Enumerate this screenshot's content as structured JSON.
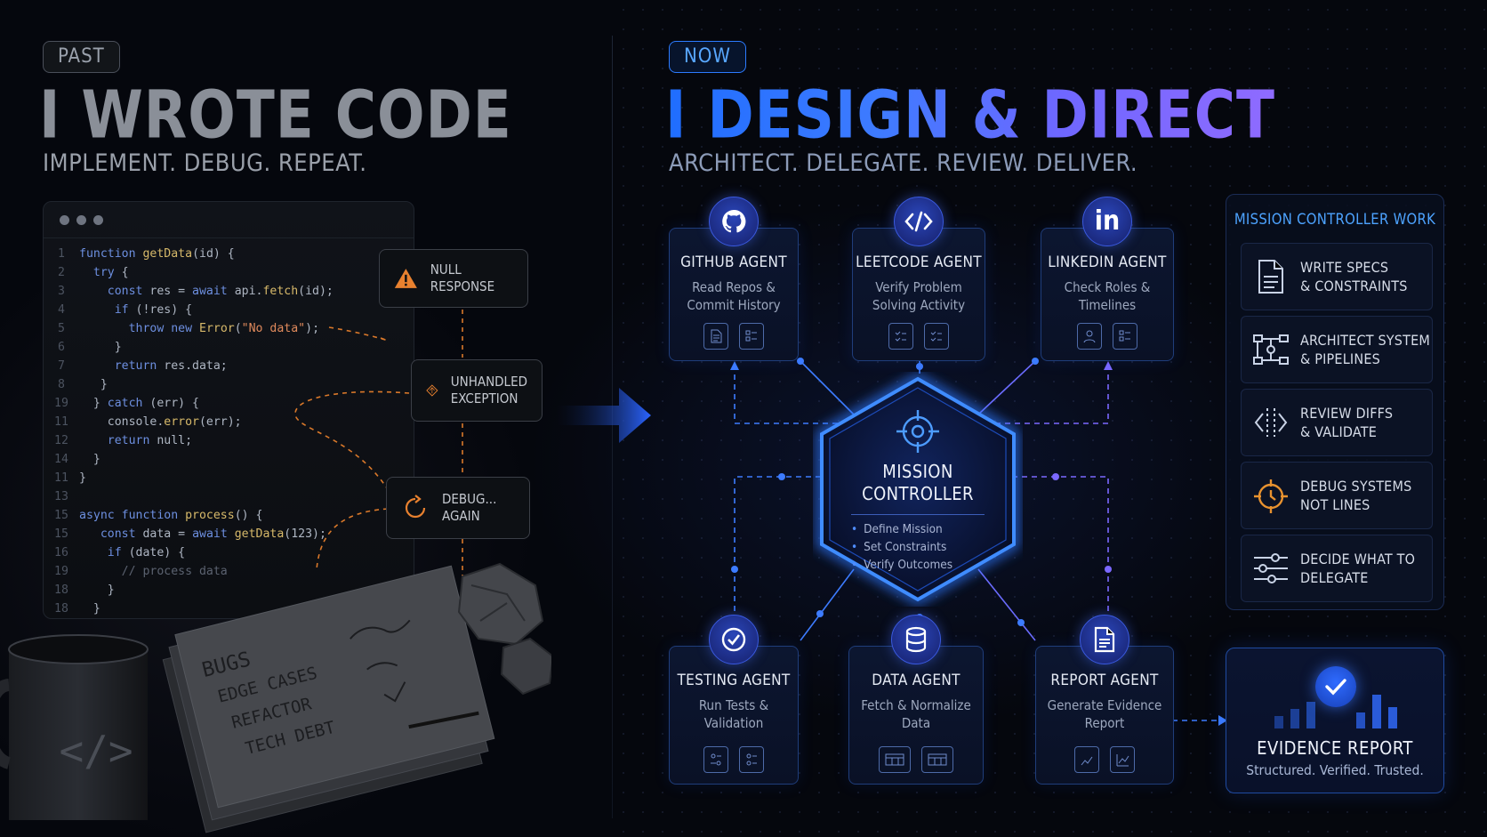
{
  "past": {
    "tag": "PAST",
    "title": "I WROTE CODE",
    "subtitle": "IMPLEMENT. DEBUG. REPEAT."
  },
  "now": {
    "tag": "NOW",
    "title": "I DESIGN & DIRECT",
    "subtitle": "ARCHITECT. DELEGATE. REVIEW. DELIVER."
  },
  "code_lines": [
    {
      "n": "1",
      "html": "<span class='kw'>function</span> <span class='fn'>getData</span>(id) {"
    },
    {
      "n": "2",
      "html": "  <span class='kw'>try</span> {"
    },
    {
      "n": "3",
      "html": "    <span class='kw'>const</span> res = <span class='kw'>await</span> api.<span class='fn'>fetch</span>(id);"
    },
    {
      "n": "4",
      "html": "     <span class='kw'>if</span> (!res) {"
    },
    {
      "n": "5",
      "html": "       <span class='kw'>throw new</span> <span class='fn'>Error</span>(<span class='st'>\"No data\"</span>);"
    },
    {
      "n": "6",
      "html": "     }"
    },
    {
      "n": "7",
      "html": "     <span class='kw'>return</span> res.data;"
    },
    {
      "n": "8",
      "html": "   }"
    },
    {
      "n": "19",
      "html": "  } <span class='kw'>catch</span> (err) {"
    },
    {
      "n": "11",
      "html": "    console.<span class='fn'>error</span>(err);"
    },
    {
      "n": "12",
      "html": "    <span class='kw'>return</span> null;"
    },
    {
      "n": "14",
      "html": "  }"
    },
    {
      "n": "11",
      "html": "}"
    },
    {
      "n": "13",
      "html": ""
    },
    {
      "n": "15",
      "html": "<span class='kw'>async function</span> <span class='fn'>process</span>() {"
    },
    {
      "n": "15",
      "html": "   <span class='kw'>const</span> data = <span class='kw'>await</span> <span class='fn'>getData</span>(123);"
    },
    {
      "n": "16",
      "html": "    <span class='kw'>if</span> (date) {"
    },
    {
      "n": "19",
      "html": "      <span class='cm'>// process data</span>"
    },
    {
      "n": "18",
      "html": "    }"
    },
    {
      "n": "18",
      "html": "  }"
    }
  ],
  "alerts": {
    "null_response": "NULL RESPONSE",
    "unhandled_1": "UNHANDLED",
    "unhandled_2": "EXCEPTION",
    "debug_1": "DEBUG...",
    "debug_2": "AGAIN"
  },
  "paper_notes": {
    "bugs": "BUGS",
    "edge": "EDGE CASES",
    "refactor": "REFACTOR",
    "debt": "TECH DEBT"
  },
  "agents": {
    "github": {
      "name": "GITHUB AGENT",
      "desc": "Read Repos & Commit History"
    },
    "leetcode": {
      "name": "LEETCODE AGENT",
      "desc": "Verify Problem Solving Activity"
    },
    "linkedin": {
      "name": "LINKEDIN AGENT",
      "desc": "Check Roles & Timelines",
      "icon_text": "in"
    },
    "testing": {
      "name": "TESTING AGENT",
      "desc": "Run Tests & Validation"
    },
    "data": {
      "name": "DATA AGENT",
      "desc": "Fetch & Normalize Data"
    },
    "report": {
      "name": "REPORT AGENT",
      "desc": "Generate Evidence Report"
    }
  },
  "hub": {
    "title1": "MISSION",
    "title2": "CONTROLLER",
    "items": [
      "Define Mission",
      "Set Constraints",
      "Verify Outcomes"
    ]
  },
  "mission_panel": {
    "title": "MISSION CONTROLLER WORK",
    "items": [
      {
        "l1": "WRITE SPECS",
        "l2": "& CONSTRAINTS",
        "icon": "document-icon"
      },
      {
        "l1": "ARCHITECT SYSTEM",
        "l2": "& PIPELINES",
        "icon": "pipeline-icon"
      },
      {
        "l1": "REVIEW DIFFS",
        "l2": "& VALIDATE",
        "icon": "diff-icon"
      },
      {
        "l1": "DEBUG SYSTEMS",
        "l2": "NOT LINES",
        "icon": "target-icon"
      },
      {
        "l1": "DECIDE WHAT TO",
        "l2": "DELEGATE",
        "icon": "sliders-icon"
      }
    ]
  },
  "evidence": {
    "title": "EVIDENCE REPORT",
    "subtitle": "Structured. Verified. Trusted."
  },
  "colors": {
    "accent_blue": "#2f6bff",
    "accent_violet": "#8f6bff",
    "alert_orange": "#e8812f",
    "bg": "#05070d"
  }
}
